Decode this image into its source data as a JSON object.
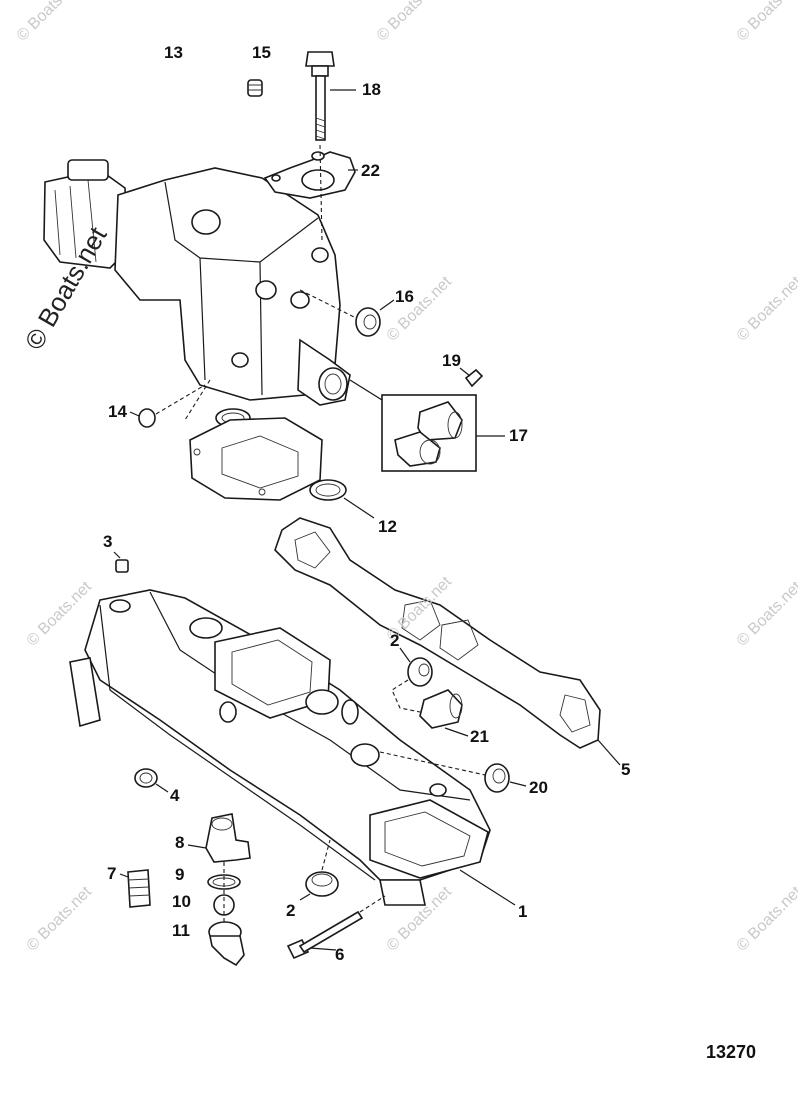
{
  "watermark": {
    "text": "© Boats.net"
  },
  "drawing_number": "13270",
  "callouts": [
    {
      "id": "13",
      "label": "13"
    },
    {
      "id": "15",
      "label": "15"
    },
    {
      "id": "18",
      "label": "18"
    },
    {
      "id": "22",
      "label": "22"
    },
    {
      "id": "16",
      "label": "16"
    },
    {
      "id": "19",
      "label": "19"
    },
    {
      "id": "14",
      "label": "14"
    },
    {
      "id": "17",
      "label": "17"
    },
    {
      "id": "12",
      "label": "12"
    },
    {
      "id": "3",
      "label": "3"
    },
    {
      "id": "2a",
      "label": "2"
    },
    {
      "id": "21",
      "label": "21"
    },
    {
      "id": "5",
      "label": "5"
    },
    {
      "id": "20",
      "label": "20"
    },
    {
      "id": "4",
      "label": "4"
    },
    {
      "id": "8",
      "label": "8"
    },
    {
      "id": "7",
      "label": "7"
    },
    {
      "id": "9",
      "label": "9"
    },
    {
      "id": "10",
      "label": "10"
    },
    {
      "id": "11",
      "label": "11"
    },
    {
      "id": "2b",
      "label": "2"
    },
    {
      "id": "1",
      "label": "1"
    },
    {
      "id": "6",
      "label": "6"
    }
  ]
}
